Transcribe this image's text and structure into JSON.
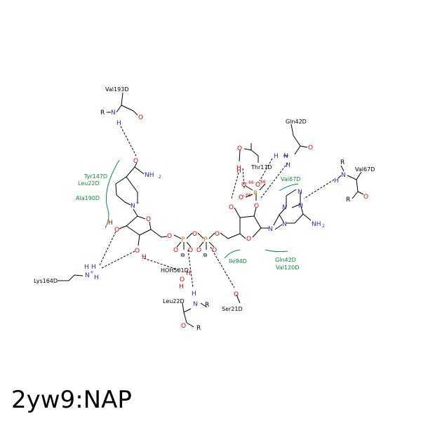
{
  "title": "2yw9:NAP",
  "residues": {
    "val193": "Val193D",
    "thr17": "Thr17D",
    "gln42": "Gln42D",
    "val67": "Val67D",
    "lys164": "Lys164D",
    "hoh501": "HOH501D",
    "leu22": "Leu22D",
    "ser21": "Ser21D"
  },
  "hydrophobic": {
    "tyr147": "Tyr147D",
    "leu22": "Leu22D",
    "ala190": "Ala190D",
    "val67": "Val67D",
    "ile94": "Ile94D",
    "gln42": "Gln42D",
    "val120": "Val120D"
  },
  "atoms": {
    "N": "N",
    "O": "O",
    "P": "P",
    "H": "H",
    "R": "R",
    "NH2": "NH",
    "sub2": "2",
    "Nplus": "N",
    "plus": "+",
    "minus": "⊖",
    "charge": "-.66"
  },
  "colors": {
    "nitrogen": "#1e2fd6",
    "oxygen": "#e00000",
    "phosphorus": "#e07b00",
    "hydrophobic": "#0a8a3a"
  }
}
